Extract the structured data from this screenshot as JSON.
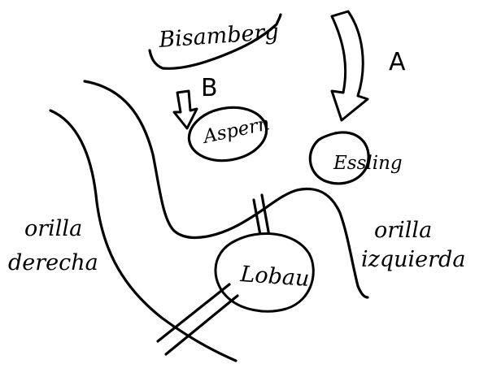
{
  "places": {
    "bisamberg": "Bisamberg",
    "aspern": "Aspern",
    "essling": "Essling",
    "lobau": "Lobau"
  },
  "banks": {
    "right_line1": "orilla",
    "right_line2": "derecha",
    "left_line1": "orilla",
    "left_line2": "izquierda"
  },
  "arrows": {
    "a": "A",
    "b": "B"
  }
}
